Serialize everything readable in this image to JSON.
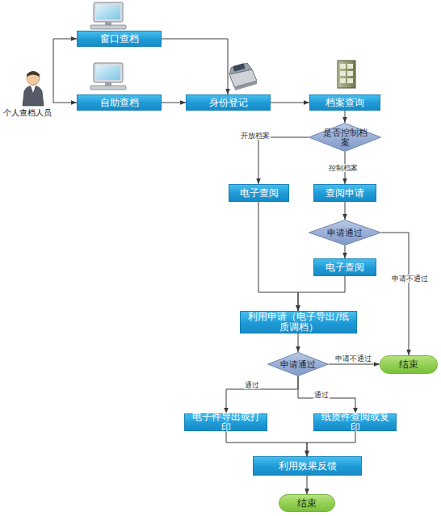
{
  "diagram": {
    "nodes": [
      {
        "text": [
          "个人查档人员"
        ]
      },
      {
        "text": [
          "窗口查档"
        ]
      },
      {
        "text": [
          "自助查档"
        ]
      },
      {
        "text": [
          "身份登记"
        ]
      },
      {
        "text": [
          "档案查询"
        ]
      },
      {
        "text": [
          "是否控制档案"
        ]
      },
      {
        "text": [
          "电子查阅"
        ]
      },
      {
        "text": [
          "查阅申请"
        ]
      },
      {
        "text": [
          "申请通过"
        ]
      },
      {
        "text": [
          "电子查阅"
        ]
      },
      {
        "text": [
          "利用申请（电子导出/纸质调档）"
        ]
      },
      {
        "text": [
          "申请通过"
        ]
      },
      {
        "text": [
          "结束"
        ]
      },
      {
        "text": [
          "电子件导出或打印"
        ]
      },
      {
        "text": [
          "纸质件查阅或复印"
        ]
      },
      {
        "text": [
          "利用效果反馈"
        ]
      },
      {
        "text": [
          "结束"
        ]
      }
    ],
    "edges": [
      {
        "from": 0,
        "to": 1,
        "arrow": "to"
      },
      {
        "from": 0,
        "to": 2,
        "arrow": "to"
      },
      {
        "from": 1,
        "to": 3,
        "arrow": "to"
      },
      {
        "from": 2,
        "to": 3,
        "arrow": "to"
      },
      {
        "from": 3,
        "to": 4,
        "arrow": "to"
      },
      {
        "from": 4,
        "to": 5,
        "arrow": "to"
      },
      {
        "from": 5,
        "to": 6,
        "label": "开放档案",
        "arrow": "to"
      },
      {
        "from": 5,
        "to": 7,
        "label": "控制档案",
        "arrow": "to"
      },
      {
        "from": 7,
        "to": 8,
        "arrow": "to"
      },
      {
        "from": 8,
        "to": 9,
        "arrow": "to"
      },
      {
        "from": 8,
        "to": 12,
        "label": "申请不通过",
        "arrow": "to"
      },
      {
        "from": 6,
        "to": 10,
        "arrow": "to"
      },
      {
        "from": 9,
        "to": 10,
        "arrow": "to"
      },
      {
        "from": 10,
        "to": 11,
        "arrow": "to"
      },
      {
        "from": 11,
        "to": 12,
        "label": "申请不通过",
        "arrow": "to"
      },
      {
        "from": 11,
        "to": 13,
        "label": "通过",
        "arrow": "to"
      },
      {
        "from": 11,
        "to": 14,
        "label": "通过",
        "arrow": "to"
      },
      {
        "from": 13,
        "to": 15,
        "arrow": "to"
      },
      {
        "from": 14,
        "to": 15,
        "arrow": "to"
      },
      {
        "from": 15,
        "to": 16,
        "arrow": "to"
      }
    ]
  }
}
